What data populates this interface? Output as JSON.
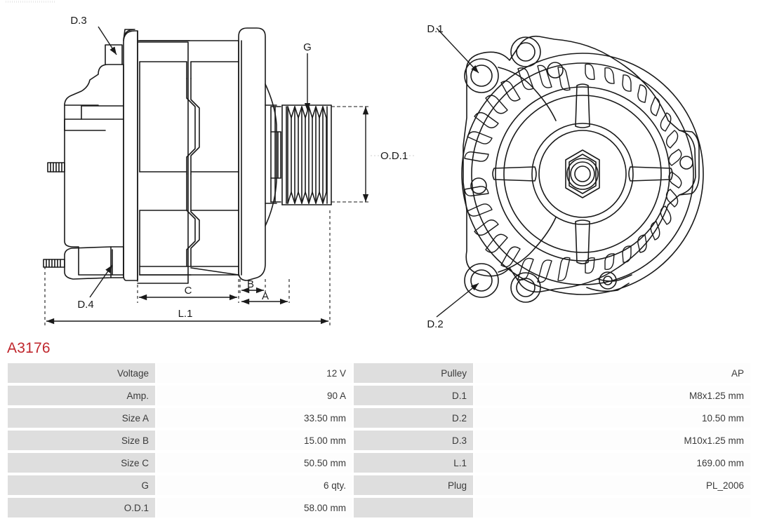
{
  "part": {
    "code": "A3176"
  },
  "drawing": {
    "side_view_labels": {
      "d3": "D.3",
      "d4": "D.4",
      "g": "G",
      "od1": "O.D.1",
      "a": "A",
      "b": "B",
      "c": "C",
      "l1": "L.1"
    },
    "front_view_labels": {
      "d1": "D.1",
      "d2": "D.2"
    },
    "pulley_groove_count": 6
  },
  "spec_table": {
    "left_rows": [
      {
        "label": "Voltage",
        "value": "12 V"
      },
      {
        "label": "Amp.",
        "value": "90 A"
      },
      {
        "label": "Size A",
        "value": "33.50 mm"
      },
      {
        "label": "Size B",
        "value": "15.00 mm"
      },
      {
        "label": "Size C",
        "value": "50.50 mm"
      },
      {
        "label": "G",
        "value": "6 qty."
      },
      {
        "label": "O.D.1",
        "value": "58.00 mm"
      }
    ],
    "right_rows": [
      {
        "label": "Pulley",
        "value": "AP"
      },
      {
        "label": "D.1",
        "value": "M8x1.25 mm"
      },
      {
        "label": "D.2",
        "value": "10.50 mm"
      },
      {
        "label": "D.3",
        "value": "M10x1.25 mm"
      },
      {
        "label": "L.1",
        "value": "169.00 mm"
      },
      {
        "label": "Plug",
        "value": "PL_2006"
      },
      {
        "label": "",
        "value": ""
      }
    ]
  },
  "colors": {
    "title": "#c0272d",
    "key_cell_bg": "#dedede",
    "value_cell_bg": "#fdfdfd",
    "line": "#1a1a1a"
  }
}
